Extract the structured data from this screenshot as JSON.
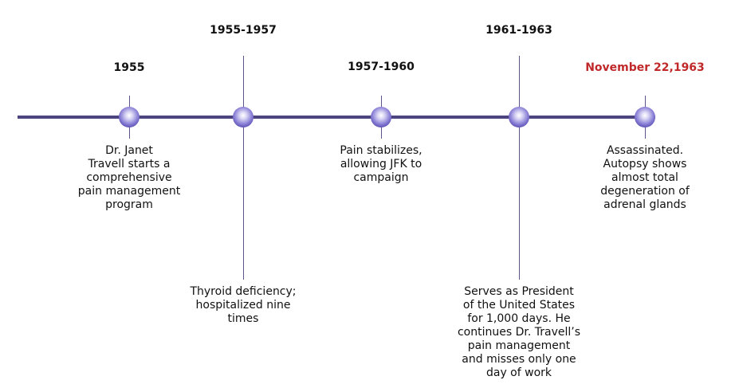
{
  "colors": {
    "line": "#4b4480",
    "node": "#6a60c0",
    "highlight_date": "#c0282a"
  },
  "events": [
    {
      "date": "1955",
      "text": "Dr. Janet\nTravell starts a\ncomprehensive\npain management\nprogram",
      "date_color": "#111111"
    },
    {
      "date": "1955-1957",
      "text": "Thyroid deficiency;\nhospitalized nine\ntimes",
      "date_color": "#111111"
    },
    {
      "date": "1957-1960",
      "text": "Pain stabilizes,\nallowing JFK to\ncampaign",
      "date_color": "#111111"
    },
    {
      "date": "1961-1963",
      "text": "Serves as President\nof the United States\nfor 1,000 days. He\ncontinues Dr. Travell’s\npain management\nand misses only one\nday of work",
      "date_color": "#111111"
    },
    {
      "date": "November 22,1963",
      "text": "Assassinated.\nAutopsy shows\nalmost total\ndegeneration of\nadrenal glands",
      "date_color": "#c0282a"
    }
  ]
}
